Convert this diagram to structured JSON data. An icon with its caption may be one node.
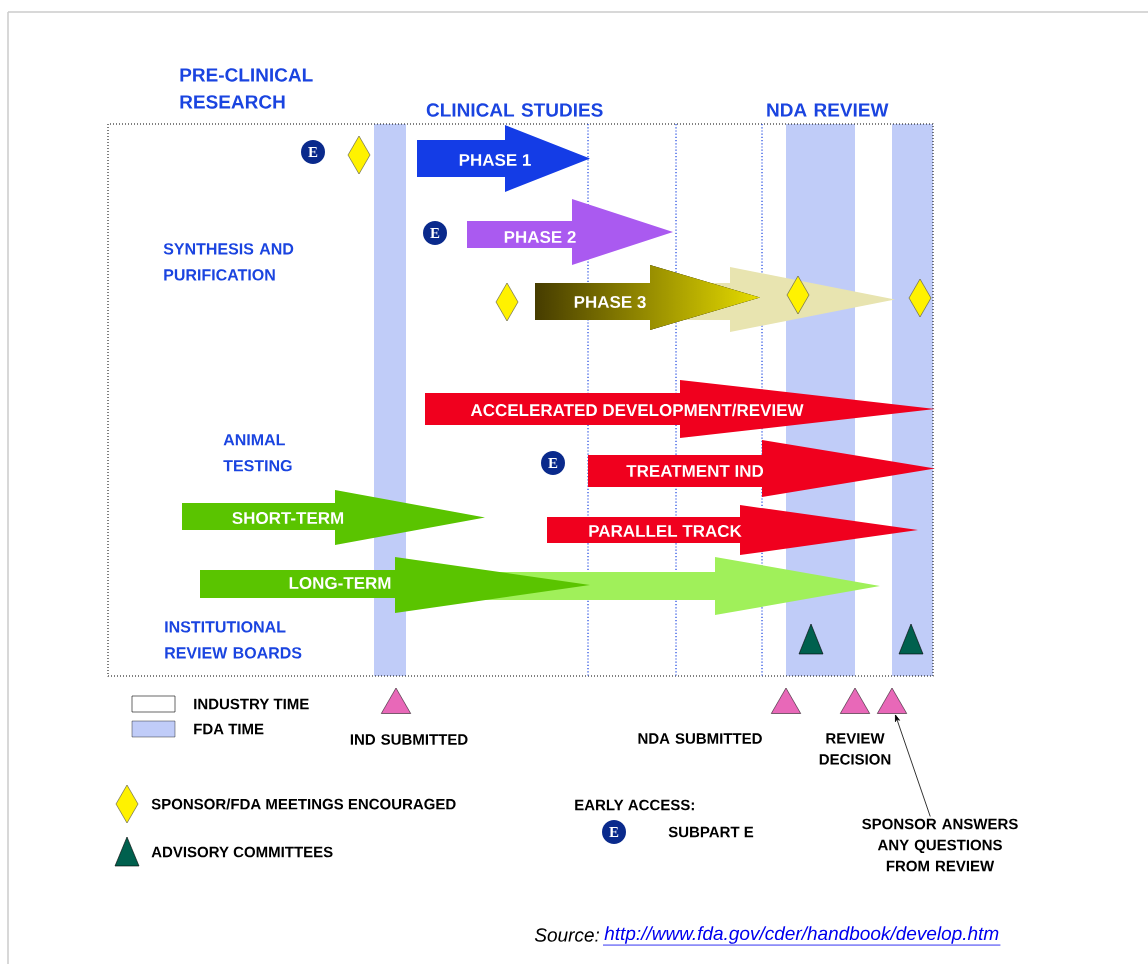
{
  "diagram": {
    "nodes": [
      {
        "text": [
          "PHASE 1"
        ]
      },
      {
        "text": [
          "PHASE 2"
        ]
      },
      {
        "text": [
          "PHASE 3"
        ]
      },
      {
        "text": [
          "ACCELERATED  DEVELOPMENT/REVIEW"
        ]
      },
      {
        "text": [
          "TREATMENT IND"
        ]
      },
      {
        "text": [
          "PARALLEL TRACK"
        ]
      },
      {
        "text": [
          "SHORT-TERM"
        ]
      },
      {
        "text": [
          "LONG-TERM"
        ]
      },
      {
        "text": [],
        "shape": "triangle",
        "beside": [
          "IND SUBMITTED"
        ]
      },
      {
        "text": [],
        "shape": "triangle",
        "beside": [
          "NDA SUBMITTED"
        ]
      },
      {
        "text": [],
        "shape": "triangle",
        "beside": [
          "REVIEW DECISION"
        ]
      },
      {
        "text": [],
        "shape": "triangle"
      },
      {
        "text": [
          "SPONSOR ANSWERS ANY QUESTIONS FROM REVIEW"
        ]
      }
    ],
    "edges": [
      {
        "from": 12,
        "to": 11,
        "arrow": "to"
      }
    ],
    "labels": [
      "PRE-CLINICAL RESEARCH",
      "CLINICAL STUDIES",
      "NDA REVIEW",
      "E",
      "E",
      "SYNTHESIS AND PURIFICATION",
      "ANIMAL TESTING",
      "E",
      "INSTITUTIONAL REVIEW BOARDS",
      "EARLY ACCESS:",
      "E",
      "SUBPART E",
      "Source:",
      "http://www.fda.gov/cder/handbook/develop.htm"
    ],
    "legend": [
      {
        "text": "INDUSTRY TIME"
      },
      {
        "text": "FDA TIME",
        "color": "#c0ccf8"
      },
      {
        "text": "SPONSOR/FDA MEETINGS ENCOURAGED"
      },
      {
        "text": "ADVISORY COMMITTEES"
      }
    ]
  }
}
